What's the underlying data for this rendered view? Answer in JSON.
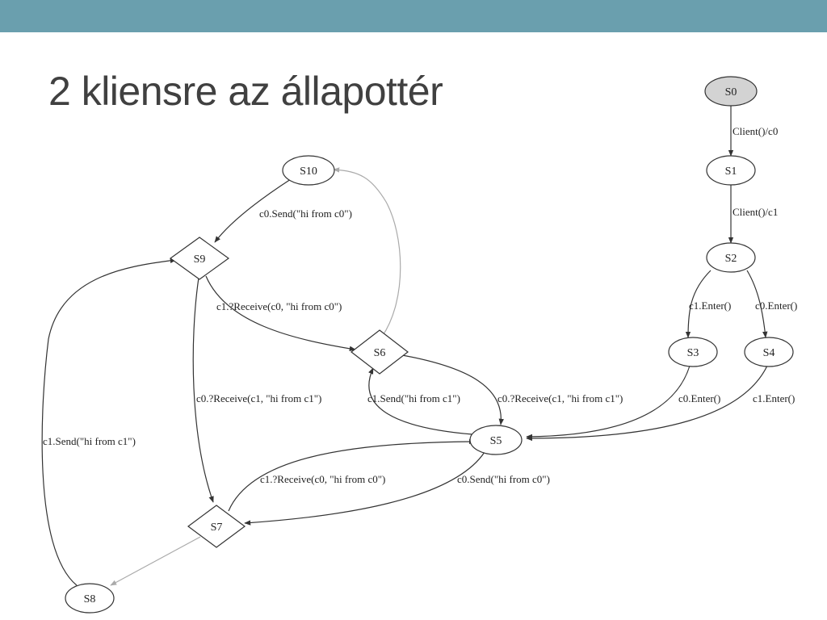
{
  "slide": {
    "title": "2 kliensre az állapottér"
  },
  "nodes": {
    "S0": "S0",
    "S1": "S1",
    "S2": "S2",
    "S3": "S3",
    "S4": "S4",
    "S5": "S5",
    "S6": "S6",
    "S7": "S7",
    "S8": "S8",
    "S9": "S9",
    "S10": "S10"
  },
  "edges": {
    "s0_s1": "Client()/c0",
    "s1_s2": "Client()/c1",
    "s2_s3": "c1.Enter()",
    "s2_s4": "c0.Enter()",
    "s3_s5": "c0.Enter()",
    "s4_s5": "c1.Enter()",
    "s10_s9": "c0.Send(\"hi from c0\")",
    "s9_s6": "c1.?Receive(c0, \"hi from c0\")",
    "s9_s7": "c0.?Receive(c1, \"hi from c1\")",
    "s5_s6": "c1.Send(\"hi from c1\")",
    "s6_s5": "c0.?Receive(c1, \"hi from c1\")",
    "s7_s5": "c1.?Receive(c0, \"hi from c0\")",
    "s5_s7": "c0.Send(\"hi from c0\")",
    "s8_s9": "c1.Send(\"hi from c1\")"
  },
  "colors": {
    "header_bar": "#6a9fae",
    "initial_node_fill": "#d3d3d3",
    "edge": "#333333",
    "faded_edge": "#aaaaaa"
  }
}
